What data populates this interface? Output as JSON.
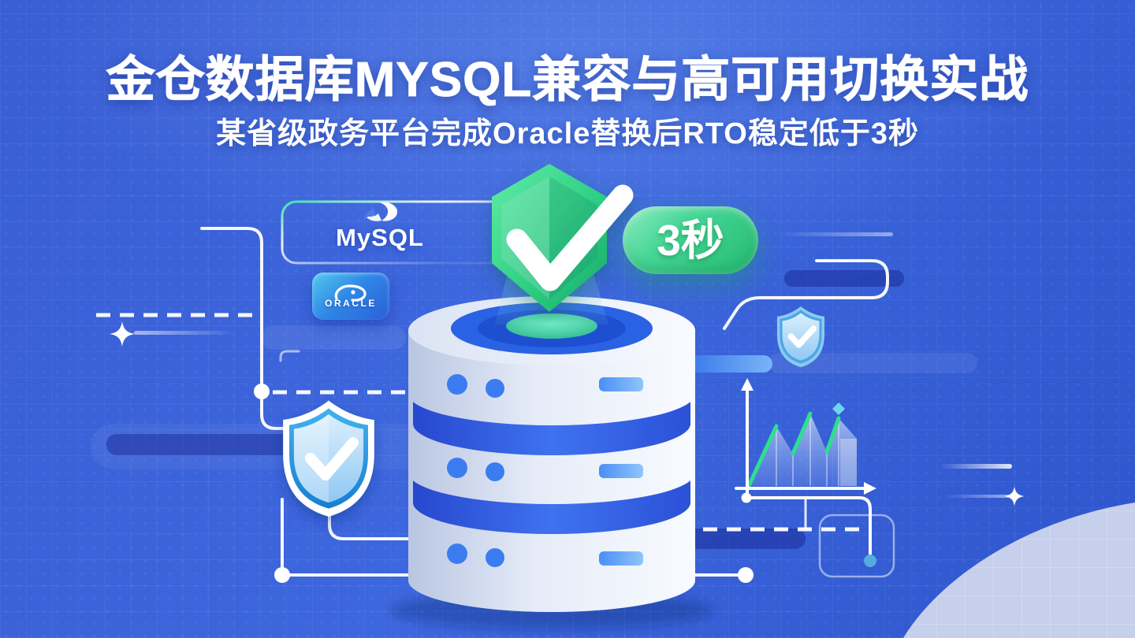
{
  "banner": {
    "title": "金仓数据库MYSQL兼容与高可用切换实战",
    "subtitle": "某省级政务平台完成Oracle替换后RTO稳定低于3秒"
  },
  "badge": {
    "rto_label": "3秒"
  },
  "logos": {
    "mysql_label": "MySQL",
    "oracle_label": "ORACLE"
  },
  "illustration": {
    "database_tiers": 3,
    "icons": [
      "green-hex-shield-check-icon",
      "blue-shield-check-icon",
      "mini-blue-shield-check-icon",
      "database-stack-icon",
      "performance-area-chart-icon",
      "mysql-dolphin-icon",
      "oracle-swirl-icon",
      "sparkle-icon"
    ]
  },
  "colors": {
    "background_blue": "#3a60d4",
    "background_blue_deep": "#2f55cc",
    "title_white": "#ffffff",
    "badge_green_start": "#8deec0",
    "badge_green_end": "#24bb71",
    "shield_green": "#2fd184",
    "shield_blue_light": "#8fc8f4",
    "db_band_blue": "#3f72ee",
    "db_dot_blue": "#3b7df0",
    "chart_green": "#2ce08e",
    "corner_blob_lavender": "#c6cfec"
  }
}
